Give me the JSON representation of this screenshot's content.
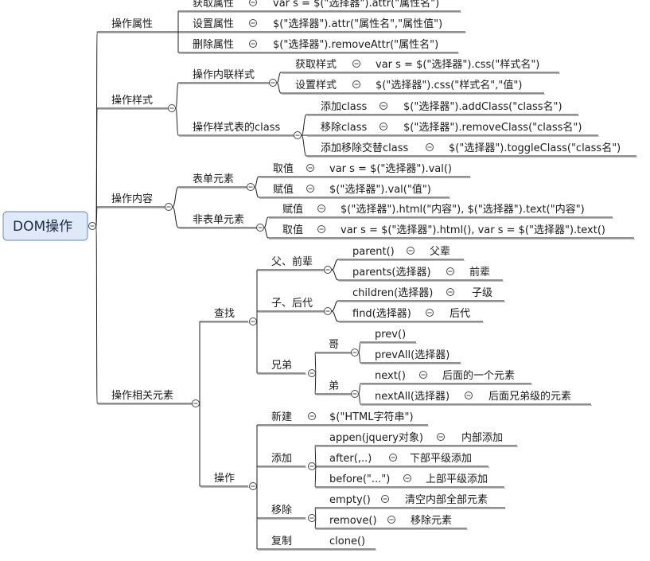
{
  "root": {
    "label": "DOM操作"
  },
  "nodes": {
    "attr": {
      "label": "操作属性"
    },
    "attr_get": {
      "label": "获取属性",
      "code": "var s = $(\"选择器\").attr(\"属性名\")"
    },
    "attr_set": {
      "label": "设置属性",
      "code": "$(\"选择器\").attr(\"属性名\",\"属性值\")"
    },
    "attr_del": {
      "label": "删除属性",
      "code": "$(\"选择器\").removeAttr(\"属性名\")"
    },
    "style": {
      "label": "操作样式"
    },
    "inline": {
      "label": "操作内联样式"
    },
    "inline_get": {
      "label": "获取样式",
      "code": "var s = $(\"选择器\").css(\"样式名\")"
    },
    "inline_set": {
      "label": "设置样式",
      "code": "$(\"选择器\").css(\"样式名\",\"值\")"
    },
    "sheet": {
      "label": "操作样式表的class"
    },
    "class_add": {
      "label": "添加class",
      "code": "$(\"选择器\").addClass(\"class名\")"
    },
    "class_rm": {
      "label": "移除class",
      "code": "$(\"选择器\").removeClass(\"class名\")"
    },
    "class_tog": {
      "label": "添加移除交替class",
      "code": "$(\"选择器\").toggleClass(\"class名\")"
    },
    "content": {
      "label": "操作内容"
    },
    "form": {
      "label": "表单元素"
    },
    "form_get": {
      "label": "取值",
      "code": "var s = $(\"选择器\").val()"
    },
    "form_set": {
      "label": "赋值",
      "code": "$(\"选择器\").val(\"值\")"
    },
    "nonform": {
      "label": "非表单元素"
    },
    "nonform_set": {
      "label": "赋值",
      "code": "$(\"选择器\").html(\"内容\"), $(\"选择器\").text(\"内容\")"
    },
    "nonform_get": {
      "label": "取值",
      "code": "var s = $(\"选择器\").html(),  var s = $(\"选择器\").text()"
    },
    "related": {
      "label": "操作相关元素"
    },
    "find": {
      "label": "查找"
    },
    "parents": {
      "label": "父、前辈"
    },
    "parent_fn": {
      "label": "parent()",
      "desc": "父辈"
    },
    "parents_fn": {
      "label": "parents(选择器)",
      "desc": "前辈"
    },
    "children": {
      "label": "子、后代"
    },
    "children_fn": {
      "label": "children(选择器)",
      "desc": "子级"
    },
    "find_fn": {
      "label": "find(选择器)",
      "desc": "后代"
    },
    "siblings": {
      "label": "兄弟"
    },
    "elder": {
      "label": "哥"
    },
    "prev_fn": {
      "label": "prev()"
    },
    "prevall_fn": {
      "label": "prevAll(选择器)"
    },
    "younger": {
      "label": "弟"
    },
    "next_fn": {
      "label": "next()",
      "desc": "后面的一个元素"
    },
    "nextall_fn": {
      "label": "nextAll(选择器)",
      "desc": "后面兄弟级的元素"
    },
    "ops": {
      "label": "操作"
    },
    "create": {
      "label": "新建",
      "code": "$(\"HTML字符串\")"
    },
    "add": {
      "label": "添加"
    },
    "append_fn": {
      "label": "appen(jquery对象)",
      "desc": "内部添加"
    },
    "after_fn": {
      "label": "after(,..)",
      "desc": "下部平级添加"
    },
    "before_fn": {
      "label": "before(\"...\")",
      "desc": "上部平级添加"
    },
    "remove": {
      "label": "移除"
    },
    "empty_fn": {
      "label": "empty()",
      "desc": "清空内部全部元素"
    },
    "remove_fn": {
      "label": "remove()",
      "desc": "移除元素"
    },
    "copy": {
      "label": "复制",
      "code": "clone()"
    }
  },
  "colors": {
    "line": "#1f1f1f",
    "root_fill": "#dfe9f7",
    "root_stroke": "#7f9bc7",
    "root_text": "#1a2a45"
  },
  "icons": {
    "collapse": "collapse-minus-icon"
  }
}
